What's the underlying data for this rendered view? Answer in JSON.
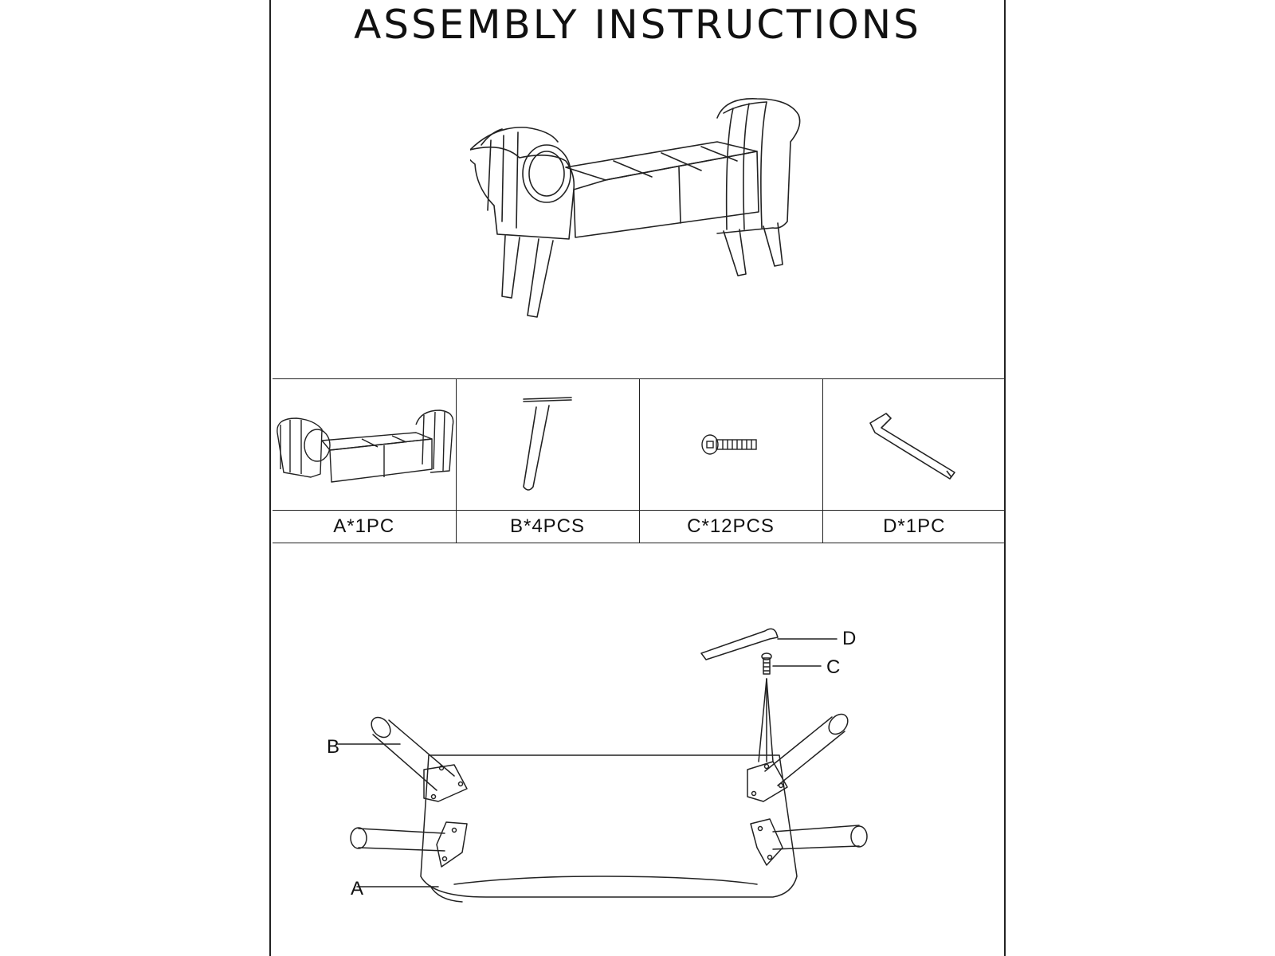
{
  "title": "ASSEMBLY INSTRUCTIONS",
  "parts": [
    {
      "label": "A*1PC",
      "icon": "bench-seat-icon"
    },
    {
      "label": "B*4PCS",
      "icon": "tapered-leg-icon"
    },
    {
      "label": "C*12PCS",
      "icon": "bolt-icon"
    },
    {
      "label": "D*1PC",
      "icon": "allen-key-icon"
    }
  ],
  "callouts": {
    "a": "A",
    "b": "B",
    "c": "C",
    "d": "D"
  }
}
